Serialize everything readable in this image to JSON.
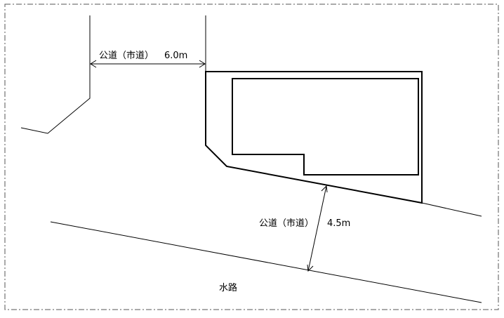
{
  "diagram": {
    "labels": {
      "road_top": "公道（市道）",
      "road_top_width": "6.0m",
      "road_bottom": "公道（市道）",
      "road_bottom_width": "4.5m",
      "waterway": "水路"
    },
    "colors": {
      "line": "#000000",
      "border": "#555555",
      "background": "#ffffff"
    }
  }
}
